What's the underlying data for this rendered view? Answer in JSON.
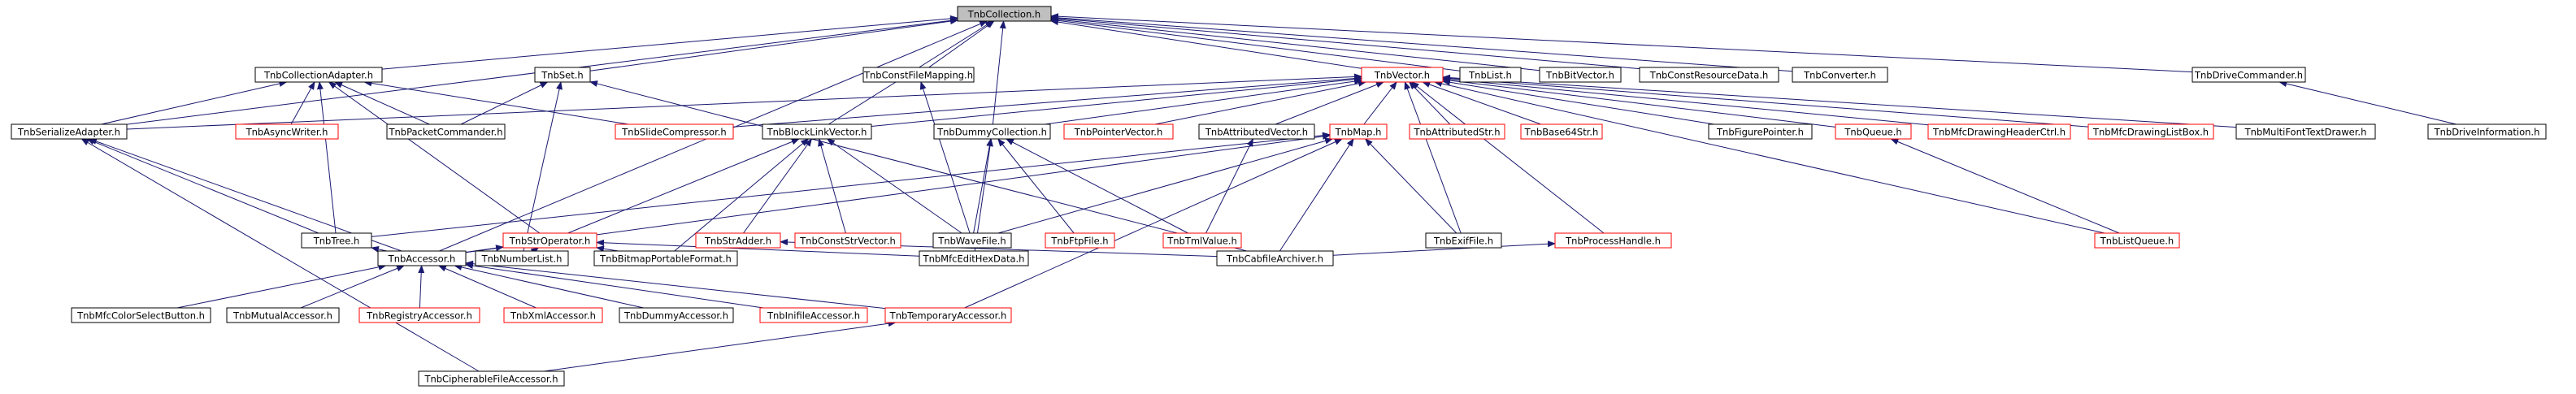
{
  "nodes": [
    {
      "id": "collection",
      "label": "TnbCollection.h",
      "root": true
    },
    {
      "id": "collectionAdapter",
      "label": "TnbCollectionAdapter.h"
    },
    {
      "id": "set",
      "label": "TnbSet.h"
    },
    {
      "id": "constFileMapping",
      "label": "TnbConstFileMapping.h"
    },
    {
      "id": "vector",
      "label": "TnbVector.h",
      "red": true
    },
    {
      "id": "list",
      "label": "TnbList.h"
    },
    {
      "id": "bitVector",
      "label": "TnbBitVector.h"
    },
    {
      "id": "constResourceData",
      "label": "TnbConstResourceData.h"
    },
    {
      "id": "converter",
      "label": "TnbConverter.h"
    },
    {
      "id": "driveCommander",
      "label": "TnbDriveCommander.h"
    },
    {
      "id": "serializeAdapter",
      "label": "TnbSerializeAdapter.h"
    },
    {
      "id": "asyncWriter",
      "label": "TnbAsyncWriter.h",
      "red": true
    },
    {
      "id": "packetCommander",
      "label": "TnbPacketCommander.h"
    },
    {
      "id": "slideCompressor",
      "label": "TnbSlideCompressor.h",
      "red": true
    },
    {
      "id": "blockLinkVector",
      "label": "TnbBlockLinkVector.h"
    },
    {
      "id": "dummyCollection",
      "label": "TnbDummyCollection.h"
    },
    {
      "id": "pointerVector",
      "label": "TnbPointerVector.h",
      "red": true
    },
    {
      "id": "attributedVector",
      "label": "TnbAttributedVector.h"
    },
    {
      "id": "map",
      "label": "TnbMap.h",
      "red": true
    },
    {
      "id": "attributedStr",
      "label": "TnbAttributedStr.h",
      "red": true
    },
    {
      "id": "base64Str",
      "label": "TnbBase64Str.h",
      "red": true
    },
    {
      "id": "figurePointer",
      "label": "TnbFigurePointer.h"
    },
    {
      "id": "queue",
      "label": "TnbQueue.h",
      "red": true
    },
    {
      "id": "mfcDrawingHeaderCtrl",
      "label": "TnbMfcDrawingHeaderCtrl.h",
      "red": true
    },
    {
      "id": "mfcDrawingListBox",
      "label": "TnbMfcDrawingListBox.h",
      "red": true
    },
    {
      "id": "multiFontTextDrawer",
      "label": "TnbMultiFontTextDrawer.h"
    },
    {
      "id": "driveInformation",
      "label": "TnbDriveInformation.h"
    },
    {
      "id": "tree",
      "label": "TnbTree.h"
    },
    {
      "id": "strOperator",
      "label": "TnbStrOperator.h",
      "red": true
    },
    {
      "id": "strAdder",
      "label": "TnbStrAdder.h",
      "red": true
    },
    {
      "id": "constStrVector",
      "label": "TnbConstStrVector.h",
      "red": true
    },
    {
      "id": "waveFile",
      "label": "TnbWaveFile.h"
    },
    {
      "id": "ftpFile",
      "label": "TnbFtpFile.h",
      "red": true
    },
    {
      "id": "tmlValue",
      "label": "TnbTmlValue.h",
      "red": true
    },
    {
      "id": "exifFile",
      "label": "TnbExifFile.h"
    },
    {
      "id": "processHandle",
      "label": "TnbProcessHandle.h",
      "red": true
    },
    {
      "id": "listQueue",
      "label": "TnbListQueue.h",
      "red": true
    },
    {
      "id": "accessor",
      "label": "TnbAccessor.h"
    },
    {
      "id": "numberList",
      "label": "TnbNumberList.h"
    },
    {
      "id": "bitmapPortableFormat",
      "label": "TnbBitmapPortableFormat.h"
    },
    {
      "id": "mfcEditHexData",
      "label": "TnbMfcEditHexData.h"
    },
    {
      "id": "cabfileArchiver",
      "label": "TnbCabfileArchiver.h"
    },
    {
      "id": "mfcColorSelectButton",
      "label": "TnbMfcColorSelectButton.h"
    },
    {
      "id": "mutualAccessor",
      "label": "TnbMutualAccessor.h"
    },
    {
      "id": "registryAccessor",
      "label": "TnbRegistryAccessor.h",
      "red": true
    },
    {
      "id": "xmlAccessor",
      "label": "TnbXmlAccessor.h",
      "red": true
    },
    {
      "id": "dummyAccessor",
      "label": "TnbDummyAccessor.h"
    },
    {
      "id": "inifileAccessor",
      "label": "TnbInifileAccessor.h",
      "red": true
    },
    {
      "id": "temporaryAccessor",
      "label": "TnbTemporaryAccessor.h",
      "red": true
    },
    {
      "id": "cipherableFileAccessor",
      "label": "TnbCipherableFileAccessor.h"
    }
  ],
  "edges": [
    [
      "collection",
      "collectionAdapter"
    ],
    [
      "collection",
      "set"
    ],
    [
      "collection",
      "constFileMapping"
    ],
    [
      "collection",
      "vector"
    ],
    [
      "collection",
      "list"
    ],
    [
      "collection",
      "bitVector"
    ],
    [
      "collection",
      "constResourceData"
    ],
    [
      "collection",
      "converter"
    ],
    [
      "collection",
      "driveCommander"
    ],
    [
      "collection",
      "serializeAdapter"
    ],
    [
      "collection",
      "blockLinkVector"
    ],
    [
      "collection",
      "dummyCollection"
    ],
    [
      "collection",
      "accessor"
    ],
    [
      "collectionAdapter",
      "serializeAdapter"
    ],
    [
      "collectionAdapter",
      "asyncWriter"
    ],
    [
      "collectionAdapter",
      "packetCommander"
    ],
    [
      "collectionAdapter",
      "slideCompressor"
    ],
    [
      "collectionAdapter",
      "tree"
    ],
    [
      "collectionAdapter",
      "strOperator"
    ],
    [
      "set",
      "packetCommander"
    ],
    [
      "set",
      "numberList"
    ],
    [
      "set",
      "cabfileArchiver"
    ],
    [
      "constFileMapping",
      "waveFile"
    ],
    [
      "vector",
      "serializeAdapter"
    ],
    [
      "vector",
      "slideCompressor"
    ],
    [
      "vector",
      "blockLinkVector"
    ],
    [
      "vector",
      "dummyCollection"
    ],
    [
      "vector",
      "pointerVector"
    ],
    [
      "vector",
      "attributedVector"
    ],
    [
      "vector",
      "map"
    ],
    [
      "vector",
      "attributedStr"
    ],
    [
      "vector",
      "base64Str"
    ],
    [
      "vector",
      "figurePointer"
    ],
    [
      "vector",
      "queue"
    ],
    [
      "vector",
      "mfcDrawingHeaderCtrl"
    ],
    [
      "vector",
      "mfcDrawingListBox"
    ],
    [
      "vector",
      "multiFontTextDrawer"
    ],
    [
      "vector",
      "exifFile"
    ],
    [
      "vector",
      "listQueue"
    ],
    [
      "vector",
      "processHandle"
    ],
    [
      "driveCommander",
      "driveInformation"
    ],
    [
      "serializeAdapter",
      "tree"
    ],
    [
      "serializeAdapter",
      "accessor"
    ],
    [
      "serializeAdapter",
      "cipherableFileAccessor"
    ],
    [
      "blockLinkVector",
      "strOperator"
    ],
    [
      "blockLinkVector",
      "strAdder"
    ],
    [
      "blockLinkVector",
      "constStrVector"
    ],
    [
      "blockLinkVector",
      "waveFile"
    ],
    [
      "blockLinkVector",
      "bitmapPortableFormat"
    ],
    [
      "dummyCollection",
      "waveFile"
    ],
    [
      "dummyCollection",
      "ftpFile"
    ],
    [
      "dummyCollection",
      "tmlValue"
    ],
    [
      "dummyCollection",
      "mfcEditHexData"
    ],
    [
      "attributedVector",
      "tmlValue"
    ],
    [
      "map",
      "tree"
    ],
    [
      "map",
      "waveFile"
    ],
    [
      "map",
      "exifFile"
    ],
    [
      "map",
      "cabfileArchiver"
    ],
    [
      "map",
      "temporaryAccessor"
    ],
    [
      "map",
      "accessor"
    ],
    [
      "queue",
      "listQueue"
    ],
    [
      "tree",
      "accessor"
    ],
    [
      "strOperator",
      "accessor"
    ],
    [
      "strOperator",
      "numberList"
    ],
    [
      "strOperator",
      "bitmapPortableFormat"
    ],
    [
      "strOperator",
      "mfcEditHexData"
    ],
    [
      "strAdder",
      "cabfileArchiver"
    ],
    [
      "processHandle",
      "cabfileArchiver"
    ],
    [
      "accessor",
      "mfcColorSelectButton"
    ],
    [
      "accessor",
      "mutualAccessor"
    ],
    [
      "accessor",
      "registryAccessor"
    ],
    [
      "accessor",
      "xmlAccessor"
    ],
    [
      "accessor",
      "dummyAccessor"
    ],
    [
      "accessor",
      "inifileAccessor"
    ],
    [
      "accessor",
      "temporaryAccessor"
    ],
    [
      "temporaryAccessor",
      "cipherableFileAccessor"
    ]
  ]
}
